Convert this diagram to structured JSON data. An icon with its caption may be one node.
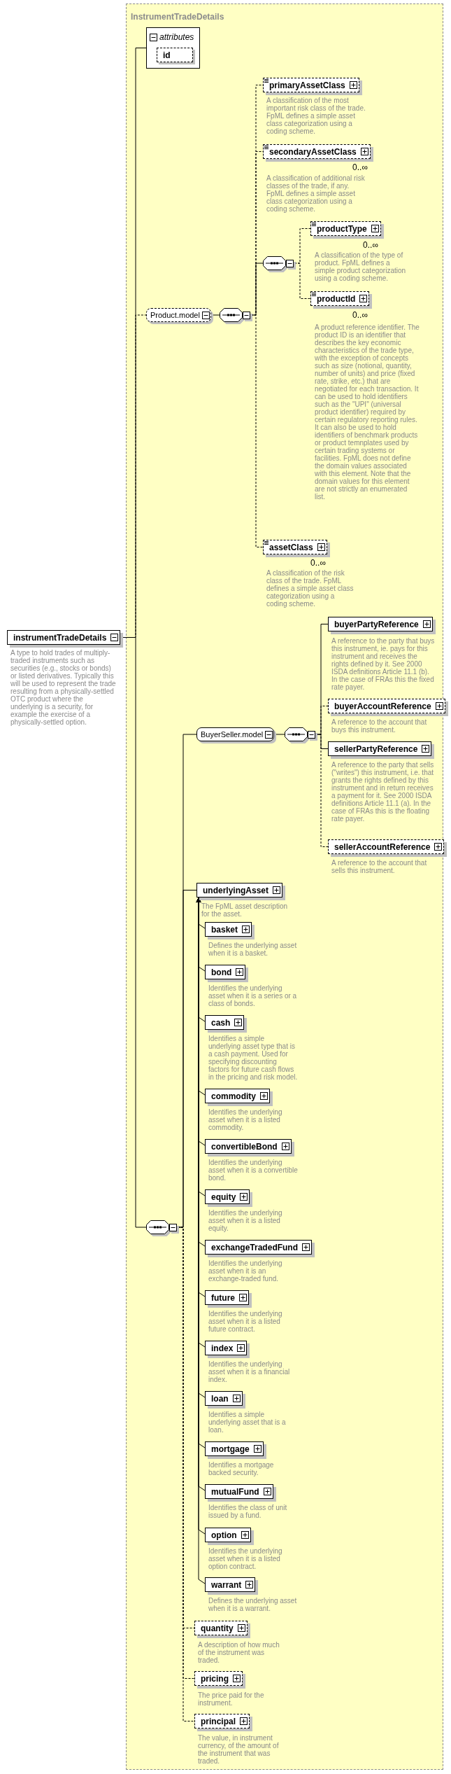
{
  "diagram": {
    "nodes": [
      {
        "text": [
          "InstrumentTradeDetails"
        ]
      },
      {
        "text": [
          "instrumentTradeDetails"
        ],
        "beside": [
          "A type to hold trades of multiply-traded instruments such as securities (e.g., stocks or bonds) or listed derivatives. Typically this will be used to represent the trade resulting from a physically-settled OTC product where the underlying is a security, for example the exercise of a physically-settled option."
        ]
      },
      {
        "text": [
          "attributes"
        ],
        "in": 0
      },
      {
        "text": [
          "id"
        ],
        "in": 2
      },
      {
        "text": [
          "Product.model"
        ],
        "in": 0
      },
      {
        "text": [],
        "shape": "octagon",
        "in": 0
      },
      {
        "text": [
          "primaryAssetClass"
        ],
        "in": 0,
        "beside": [
          "A classification of the most important risk class of the trade. FpML defines a simple asset class categorization using a coding scheme."
        ]
      },
      {
        "text": [
          "secondaryAssetClass"
        ],
        "in": 0,
        "beside": [
          "0..∞",
          "A classification of additional risk classes of the trade, if any. FpML defines a simple asset class categorization using a coding scheme."
        ]
      },
      {
        "text": [],
        "shape": "octagon",
        "in": 0
      },
      {
        "text": [
          "productType"
        ],
        "in": 0,
        "beside": [
          "0..∞",
          "A classification of the type of product. FpML defines a simple product categorization using a coding scheme."
        ]
      },
      {
        "text": [
          "productId"
        ],
        "in": 0,
        "beside": [
          "0..∞",
          "A product reference identifier. The product ID is an identifier that describes the key economic characteristics of the trade type, with the exception of concepts such as size (notional, quantity, number of units) and price (fixed rate, strike, etc.) that are negotiated for each transaction. It can be used to hold identifiers such as the \"UPI\" (universal product identifier) required by certain regulatory reporting rules. It can also be used to hold identifiers of benchmark products or product temnplates used by certain trading systems or facilities. FpML does not define the domain values associated with this element. Note that the domain values for this element are not strictly an enumerated list."
        ]
      },
      {
        "text": [
          "assetClass"
        ],
        "in": 0,
        "beside": [
          "0..∞",
          "A classification of the risk class of the trade. FpML defines a simple asset class categorization using a coding scheme."
        ]
      },
      {
        "text": [
          "BuyerSeller.model"
        ],
        "in": 0
      },
      {
        "text": [],
        "shape": "octagon",
        "in": 0
      },
      {
        "text": [
          "buyerPartyReference"
        ],
        "in": 0,
        "beside": [
          "A reference to the party that buys this instrument, ie. pays for this instrument and receives the rights defined by it. See 2000 ISDA definitions Article 11.1 (b). In the case of FRAs this the fixed rate payer."
        ]
      },
      {
        "text": [
          "buyerAccountReference"
        ],
        "in": 0,
        "beside": [
          "A reference to the account that buys this instrument."
        ]
      },
      {
        "text": [
          "sellerPartyReference"
        ],
        "in": 0,
        "beside": [
          "A reference to the party that sells (\"writes\") this instrument, i.e. that grants the rights defined by this instrument and in return receives a payment for it. See 2000 ISDA definitions Article 11.1 (a). In the case of FRAs this is the floating rate payer."
        ]
      },
      {
        "text": [
          "sellerAccountReference"
        ],
        "in": 0,
        "beside": [
          "A reference to the account that sells this instrument."
        ]
      },
      {
        "text": [],
        "shape": "octagon",
        "in": 0
      },
      {
        "text": [
          "underlyingAsset"
        ],
        "in": 0,
        "beside": [
          "The FpML asset description for the asset."
        ]
      },
      {
        "text": [
          "basket"
        ],
        "in": 0,
        "beside": [
          "Defines the underlying asset when it is a basket."
        ]
      },
      {
        "text": [
          "bond"
        ],
        "in": 0,
        "beside": [
          "Identifies the underlying asset when it is a series or a class of bonds."
        ]
      },
      {
        "text": [
          "cash"
        ],
        "in": 0,
        "beside": [
          "Identifies a simple underlying asset type that is a cash payment. Used for specifying discounting factors for future cash flows in the pricing and risk model."
        ]
      },
      {
        "text": [
          "commodity"
        ],
        "in": 0,
        "beside": [
          "Identifies the underlying asset when it is a listed commodity."
        ]
      },
      {
        "text": [
          "convertibleBond"
        ],
        "in": 0,
        "beside": [
          "Identifies the underlying asset when it is a convertible bond."
        ]
      },
      {
        "text": [
          "equity"
        ],
        "in": 0,
        "beside": [
          "Identifies the underlying asset when it is a listed equity."
        ]
      },
      {
        "text": [
          "exchangeTradedFund"
        ],
        "in": 0,
        "beside": [
          "Identifies the underlying asset when it is an exchange-traded fund."
        ]
      },
      {
        "text": [
          "future"
        ],
        "in": 0,
        "beside": [
          "Identifies the underlying asset when it is a listed future contract."
        ]
      },
      {
        "text": [
          "index"
        ],
        "in": 0,
        "beside": [
          "Identifies the underlying asset when it is a financial index."
        ]
      },
      {
        "text": [
          "loan"
        ],
        "in": 0,
        "beside": [
          "Identifies a simple underlying asset that is a loan."
        ]
      },
      {
        "text": [
          "mortgage"
        ],
        "in": 0,
        "beside": [
          "Identifies a mortgage backed security."
        ]
      },
      {
        "text": [
          "mutualFund"
        ],
        "in": 0,
        "beside": [
          "Identifies the class of unit issued by a fund."
        ]
      },
      {
        "text": [
          "option"
        ],
        "in": 0,
        "beside": [
          "Identifies the underlying asset when it is a listed option contract."
        ]
      },
      {
        "text": [
          "warrant"
        ],
        "in": 0,
        "beside": [
          "Defines the underlying asset when it is a warrant."
        ]
      },
      {
        "text": [
          "quantity"
        ],
        "in": 0,
        "beside": [
          "A description of how much of the instrument was traded."
        ]
      },
      {
        "text": [
          "pricing"
        ],
        "in": 0,
        "beside": [
          "The price paid for the instrument."
        ]
      },
      {
        "text": [
          "principal"
        ],
        "in": 0,
        "beside": [
          "The value, in instrument currency, of the amount of the instrument that was traded."
        ]
      }
    ],
    "edges": [
      {
        "from": 1,
        "to": 2,
        "arrow": "none"
      },
      {
        "from": 1,
        "to": 4,
        "arrow": "none",
        "style": "dashed"
      },
      {
        "from": 1,
        "to": 18,
        "arrow": "none"
      },
      {
        "from": 4,
        "to": 5,
        "arrow": "none"
      },
      {
        "from": 5,
        "to": 6,
        "arrow": "none",
        "style": "dashed"
      },
      {
        "from": 5,
        "to": 7,
        "arrow": "none",
        "style": "dashed"
      },
      {
        "from": 5,
        "to": 8,
        "arrow": "none"
      },
      {
        "from": 5,
        "to": 11,
        "arrow": "none",
        "style": "dashed"
      },
      {
        "from": 8,
        "to": 9,
        "arrow": "none",
        "style": "dashed"
      },
      {
        "from": 8,
        "to": 10,
        "arrow": "none",
        "style": "dashed"
      },
      {
        "from": 18,
        "to": 12,
        "arrow": "none"
      },
      {
        "from": 18,
        "to": 19,
        "arrow": "none"
      },
      {
        "from": 18,
        "to": 34,
        "arrow": "none",
        "style": "dashed"
      },
      {
        "from": 18,
        "to": 35,
        "arrow": "none",
        "style": "dashed"
      },
      {
        "from": 18,
        "to": 36,
        "arrow": "none",
        "style": "dashed"
      },
      {
        "from": 12,
        "to": 13,
        "arrow": "none"
      },
      {
        "from": 13,
        "to": 14,
        "arrow": "none"
      },
      {
        "from": 13,
        "to": 15,
        "arrow": "none",
        "style": "dashed"
      },
      {
        "from": 13,
        "to": 16,
        "arrow": "none"
      },
      {
        "from": 13,
        "to": 17,
        "arrow": "none",
        "style": "dashed"
      },
      {
        "from": 20,
        "to": 19,
        "arrow": "to"
      },
      {
        "from": 21,
        "to": 19,
        "arrow": "to"
      },
      {
        "from": 22,
        "to": 19,
        "arrow": "to"
      },
      {
        "from": 23,
        "to": 19,
        "arrow": "to"
      },
      {
        "from": 24,
        "to": 19,
        "arrow": "to"
      },
      {
        "from": 25,
        "to": 19,
        "arrow": "to"
      },
      {
        "from": 26,
        "to": 19,
        "arrow": "to"
      },
      {
        "from": 27,
        "to": 19,
        "arrow": "to"
      },
      {
        "from": 28,
        "to": 19,
        "arrow": "to"
      },
      {
        "from": 29,
        "to": 19,
        "arrow": "to"
      },
      {
        "from": 30,
        "to": 19,
        "arrow": "to"
      },
      {
        "from": 31,
        "to": 19,
        "arrow": "to"
      },
      {
        "from": 32,
        "to": 19,
        "arrow": "to"
      },
      {
        "from": 33,
        "to": 19,
        "arrow": "to"
      }
    ]
  }
}
